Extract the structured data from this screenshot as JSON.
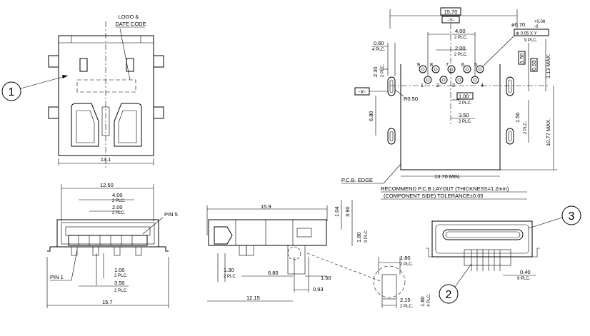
{
  "callouts": {
    "one": "1",
    "two": "2",
    "three": "3"
  },
  "top_view": {
    "logo_line1": "LOGO &",
    "logo_line2": "DATE CODE",
    "width": "13.1"
  },
  "pcb_layout": {
    "overall": "15.70",
    "y_datum": "-Y-",
    "x_datum": "-X-",
    "hole_dia": "ø0.70",
    "hole_tol_plus": "+0.08",
    "hole_tol_minus": "-0",
    "position_tol": "⊕ 0.05 X Y",
    "nine_plc": "9 PLC.",
    "d060": "0.60",
    "four_plc": "4 PLC.",
    "d400": "4.00",
    "two_plc": "2 PLC.",
    "d200": "2.00",
    "d230": "2.30",
    "d150_box": "1.50",
    "d093_box": "0.93",
    "d113": "1.13 MAX.",
    "r050": "R0.50",
    "d100": "1.00",
    "d350": "3.50",
    "d680": "6.80",
    "d150": "1.50",
    "d1077": "10.77 MAX.",
    "d1370": "13.70 MIN.",
    "pcb_edge": "P.C.B. EDGE",
    "pins": [
      "9",
      "8",
      "7",
      "6",
      "5",
      "1",
      "2",
      "3",
      "4"
    ],
    "note1": "RECOMMEND P.C.B LAYOUT (THICKNESS=1.2mm)",
    "note2": "(COMPONENT SIDE)   TOLERANCE±0.05"
  },
  "front_view": {
    "d1250": "12.50",
    "d400": "4.00",
    "d200": "2.00",
    "two_plc": "2 PLC.",
    "pin5": "PIN 5",
    "pin1": "PIN 1",
    "d100": "1.00",
    "d350": "3.50",
    "d157": "15.7"
  },
  "side_view": {
    "d159": "15.9",
    "d104": "1.04",
    "d390": "3.90",
    "d180": "1.80",
    "nine_plc": "9 PLC.",
    "d130": "1.30",
    "two_plc": "2 PLC.",
    "d680": "6.80",
    "d150": "1.50",
    "d093": "0.93",
    "d1215": "12.15"
  },
  "detail": {
    "d180": "1.80",
    "two_plc": "2 PLC.",
    "d215": "2.15",
    "d180b": "1.80",
    "four_plc": "4 PLC."
  },
  "iso_view": {
    "d040": "0.40",
    "nine_plc": "9 PLC."
  }
}
